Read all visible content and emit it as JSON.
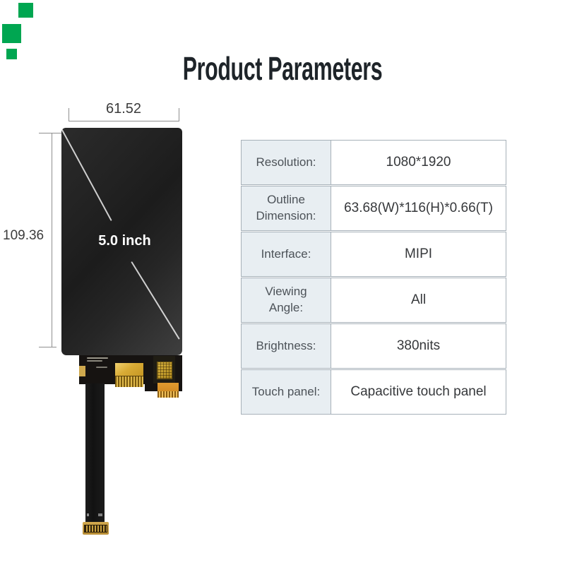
{
  "decor": {
    "green": "#00a651"
  },
  "title": {
    "text": "Product Parameters",
    "color": "#1e2429"
  },
  "diagram": {
    "width_label": "61.52",
    "height_label": "109.36",
    "screen_size_label": "5.0 inch"
  },
  "spec_table": {
    "label_bg": "#e8eef2",
    "border_color": "#a7b1b9",
    "rows": [
      {
        "label": "Resolution:",
        "value": "1080*1920"
      },
      {
        "label": "Outline Dimension:",
        "value": "63.68(W)*116(H)*0.66(T)"
      },
      {
        "label": "Interface:",
        "value": "MIPI"
      },
      {
        "label": "Viewing Angle:",
        "value": "All"
      },
      {
        "label": "Brightness:",
        "value": "380nits"
      },
      {
        "label": "Touch panel:",
        "value": "Capacitive touch panel"
      }
    ]
  }
}
